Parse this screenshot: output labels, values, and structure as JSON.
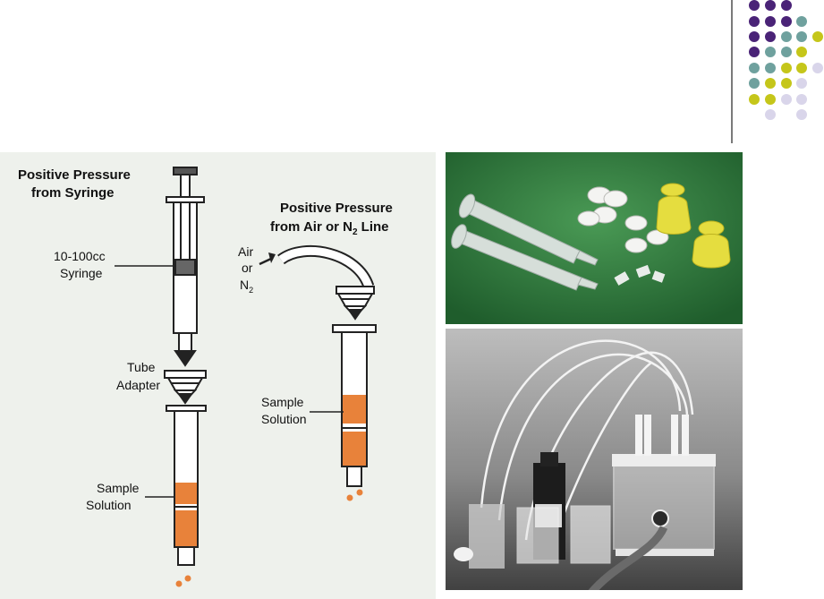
{
  "slide": {
    "decor_colors": {
      "purple": "#4a2377",
      "teal": "#6fa19e",
      "olive": "#c5c61a",
      "lavender": "#d9d5ea",
      "rule": "#222222"
    }
  },
  "diagram": {
    "background": "#eef1ec",
    "syringe_title_line1": "Positive Pressure",
    "syringe_title_line2": "from Syringe",
    "syringe_label_line1": "10-100cc",
    "syringe_label_line2": "Syringe",
    "adapter_label_line1": "Tube",
    "adapter_label_line2": "Adapter",
    "sample_label_1_line1": "Sample",
    "sample_label_1_line2": "Solution",
    "gas_title_line1": "Positive Pressure",
    "gas_title_line2_prefix": "from Air or N",
    "gas_title_line2_sub": "2",
    "gas_title_line2_suffix": " Line",
    "gas_label_line1": "Air",
    "gas_label_line2": "or",
    "gas_label_line3": "N",
    "gas_label_line3_sub": "2",
    "sample_label_2_line1": "Sample",
    "sample_label_2_line2": "Solution",
    "sorbent_color": "#e8823a"
  },
  "photos": {
    "top": {
      "subject": "SPE cartridges, frits and adapters on green background",
      "bg": "#2f7a3f"
    },
    "bottom": {
      "subject": "Vacuum manifold with cartridges, beakers and bottles",
      "bg": "#7d7d7d"
    }
  }
}
